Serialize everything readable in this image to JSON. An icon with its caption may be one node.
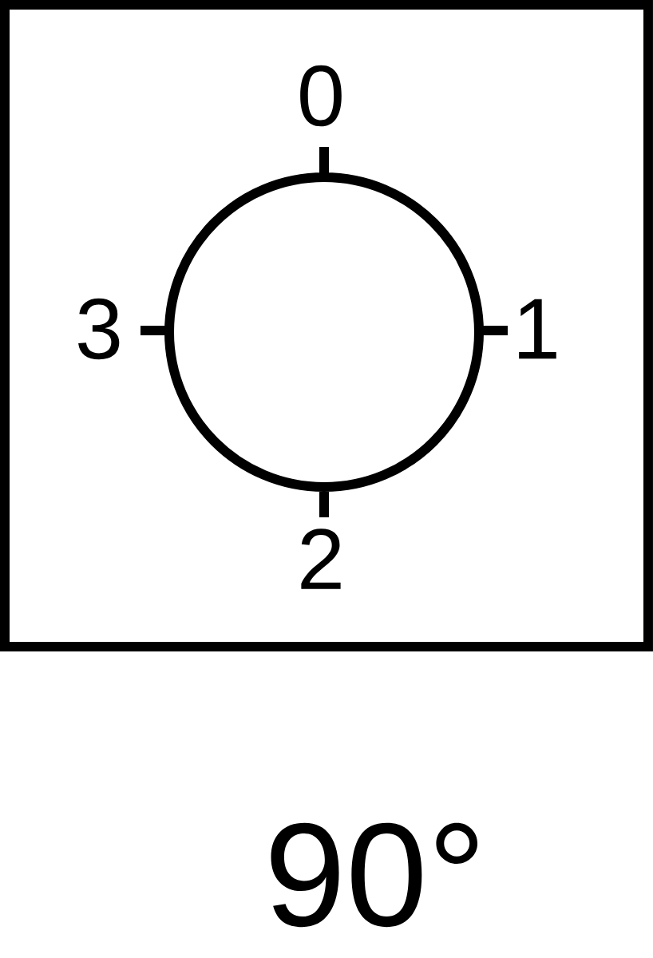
{
  "diagram": {
    "labels": [
      "0",
      "3",
      "1",
      "2",
      "90°"
    ]
  }
}
